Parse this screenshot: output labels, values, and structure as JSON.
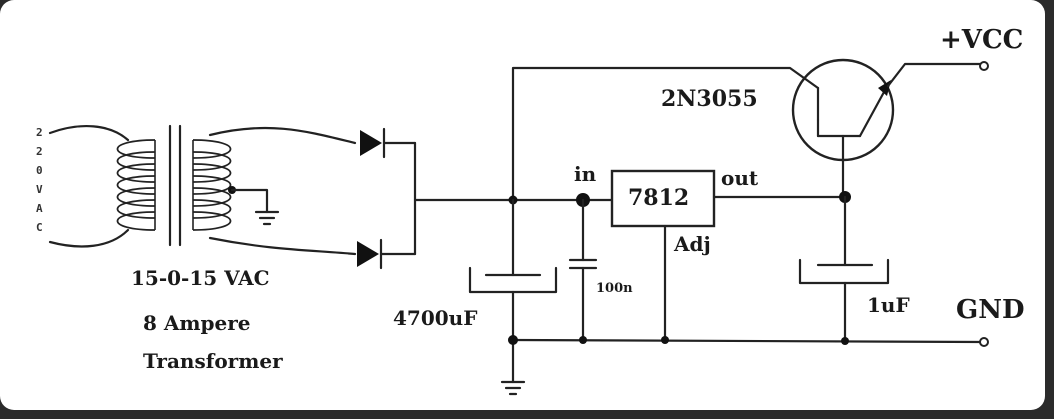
{
  "diagram": {
    "labels": {
      "vcc": "+VCC",
      "gnd": "GND",
      "transistor": "2N3055",
      "regulator": "7812",
      "reg_in": "in",
      "reg_out": "out",
      "reg_adj": "Adj",
      "cap_main": "4700uF",
      "cap_small": "100n",
      "cap_out": "1uF",
      "transformer_voltage": "15-0-15 VAC",
      "transformer_current": "8 Ampere",
      "transformer_name": "Transformer",
      "input_voltage": [
        "2",
        "2",
        "0",
        "V",
        "A",
        "C"
      ]
    }
  }
}
